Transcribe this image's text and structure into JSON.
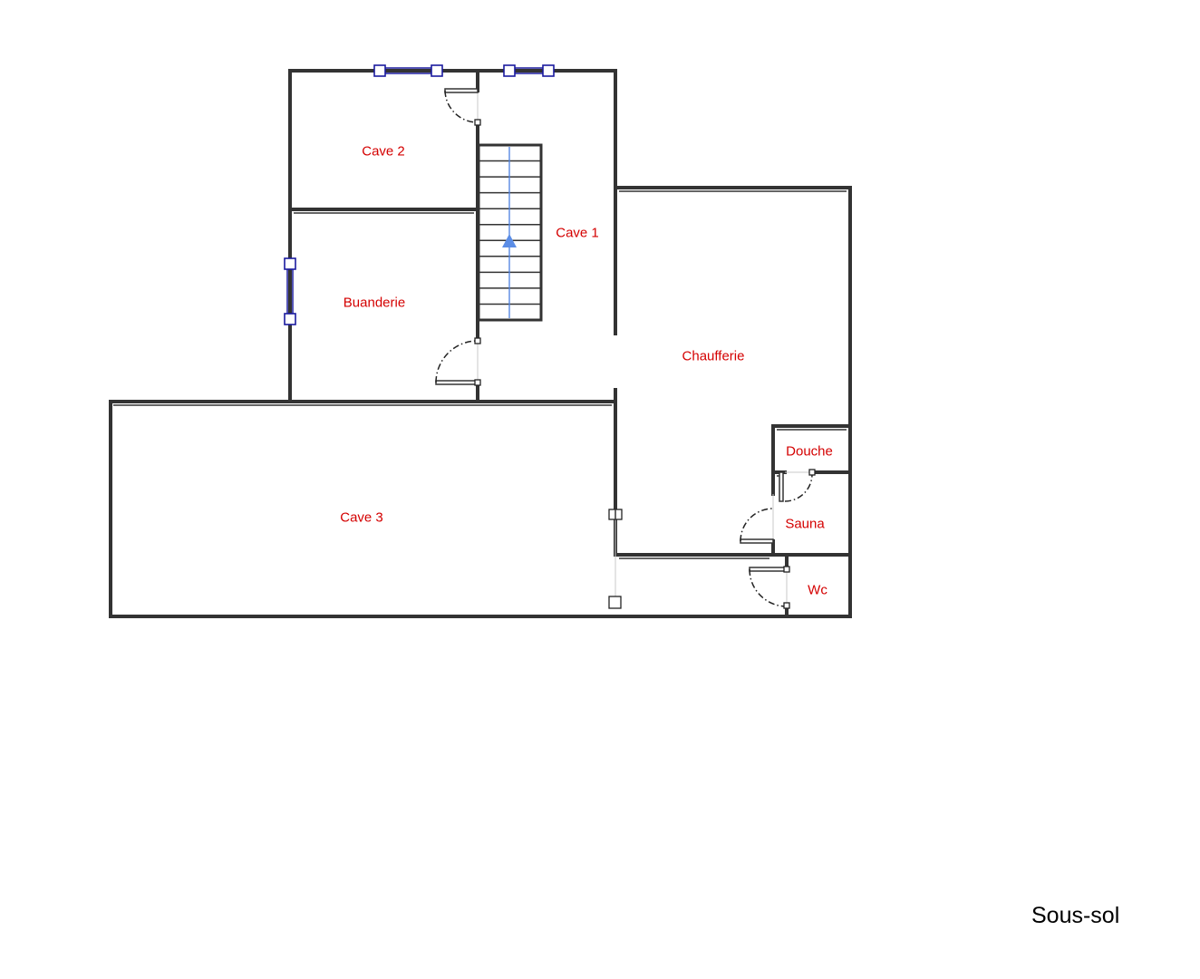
{
  "plan": {
    "title": "Sous-sol",
    "rooms": {
      "cave_2": "Cave 2",
      "cave_1": "Cave 1",
      "buanderie": "Buanderie",
      "chaufferie": "Chaufferie",
      "cave_3": "Cave 3",
      "douche": "Douche",
      "sauna": "Sauna",
      "wc": "Wc"
    },
    "colors": {
      "wall": "#333333",
      "room_label": "#d40000",
      "window": "#1a1a9e",
      "stair_arrow": "#5b8de6"
    },
    "stair_treads": 12
  }
}
